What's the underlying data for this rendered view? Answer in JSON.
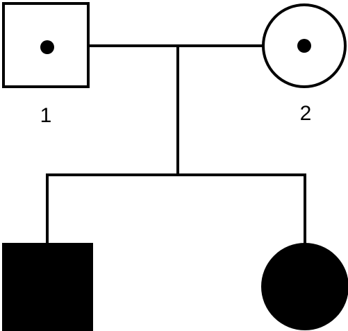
{
  "pedigree": {
    "individuals": [
      {
        "id": "1",
        "label": "1",
        "sex": "male",
        "status": "carrier"
      },
      {
        "id": "2",
        "label": "2",
        "sex": "female",
        "status": "carrier"
      },
      {
        "id": "3",
        "label": "",
        "sex": "male",
        "status": "affected"
      },
      {
        "id": "4",
        "label": "",
        "sex": "female",
        "status": "affected"
      }
    ],
    "colors": {
      "line": "#000000",
      "affected_fill": "#000000",
      "unaffected_fill": "#ffffff"
    }
  }
}
